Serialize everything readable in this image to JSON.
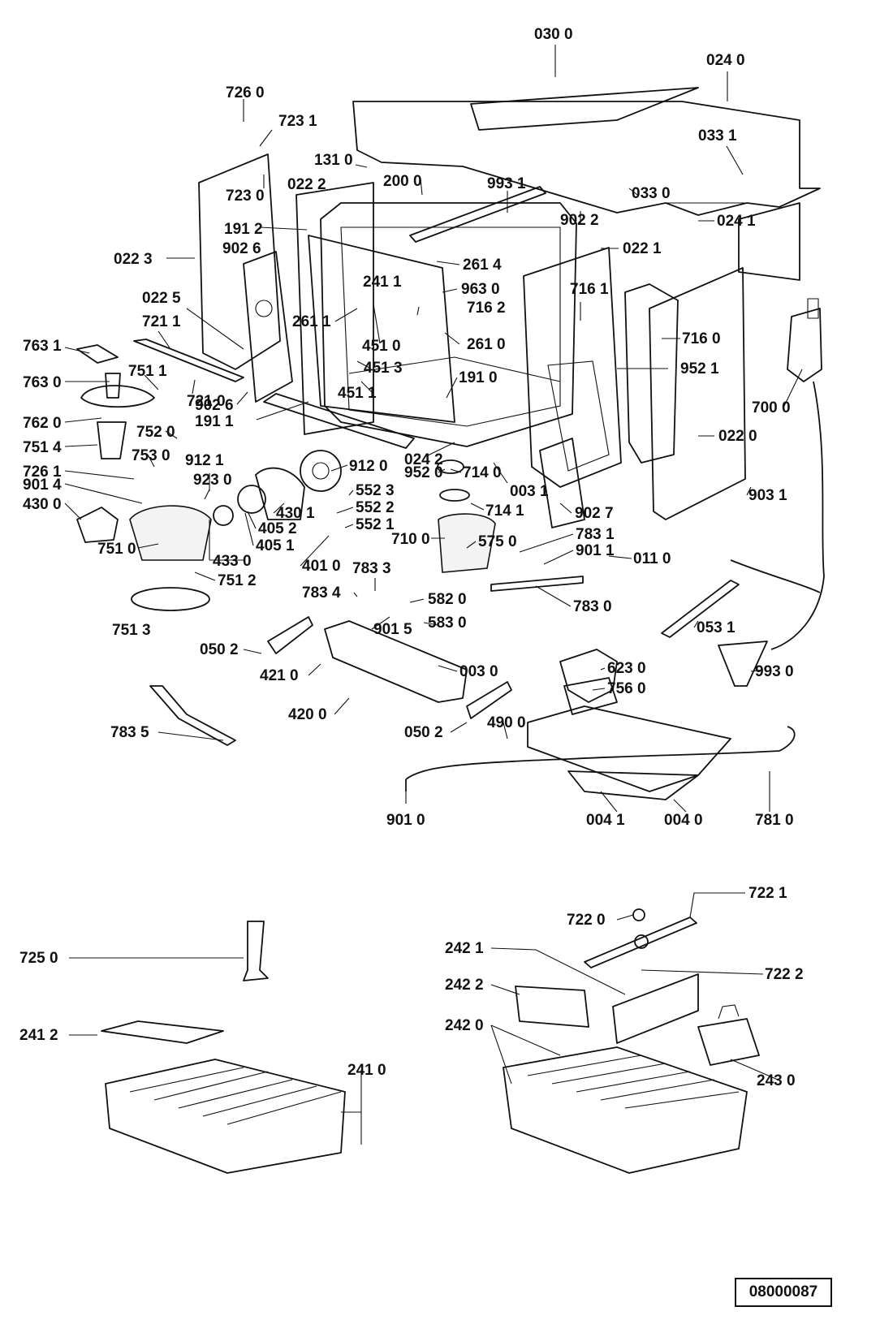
{
  "doc_ref": "08000087",
  "labels": [
    "030 0",
    "024 0",
    "726 0",
    "723 1",
    "131 0",
    "033 1",
    "723 0",
    "022 2",
    "200 0",
    "993 1",
    "033 0",
    "024 1",
    "191 2",
    "902 2",
    "902 6",
    "022 1",
    "022 3",
    "261 4",
    "241 1",
    "963 0",
    "716 1",
    "022 5",
    "716 2",
    "261 1",
    "721 1",
    "451 0",
    "261 0",
    "716 0",
    "763 1",
    "451 3",
    "952 1",
    "763 0",
    "751 1",
    "191 0",
    "451 1",
    "700 0",
    "721 0",
    "762 0",
    "902 6",
    "191 1",
    "022 0",
    "752 0",
    "751 4",
    "024 2",
    "753 0",
    "912 1",
    "912 0",
    "952 0",
    "714 0",
    "726 1",
    "923 0",
    "552 3",
    "003 1",
    "901 4",
    "714 1",
    "430 0",
    "430 1",
    "552 2",
    "903 1",
    "405 2",
    "552 1",
    "405 1",
    "902 7",
    "710 0",
    "575 0",
    "433 0",
    "783 1",
    "901 1",
    "751 0",
    "401 0",
    "751 2",
    "011 0",
    "751 3",
    "783 3",
    "783 4",
    "582 0",
    "783 0",
    "901 5",
    "583 0",
    "053 1",
    "050 2",
    "003 0",
    "421 0",
    "623 0",
    "993 0",
    "420 0",
    "756 0",
    "783 5",
    "490 0",
    "050 2",
    "901 0",
    "004 1",
    "004 0",
    "781 0",
    "722 1",
    "722 0",
    "725 0",
    "242 1",
    "722 2",
    "242 2",
    "241 2",
    "242 0",
    "241 0",
    "243 0"
  ]
}
